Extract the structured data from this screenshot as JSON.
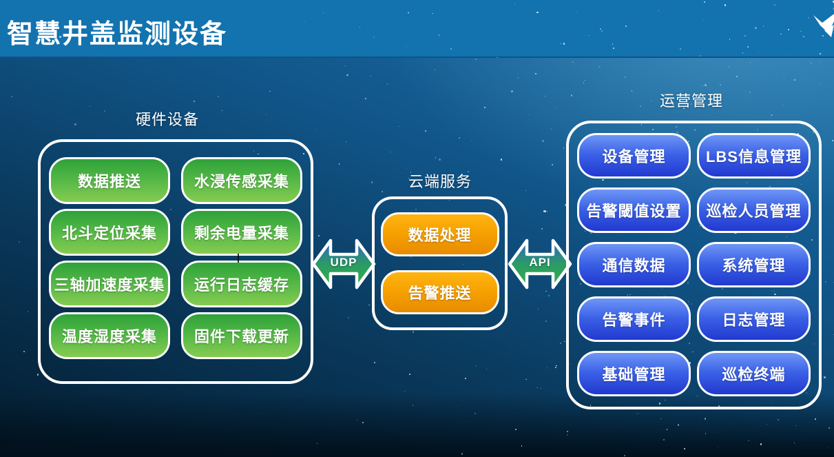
{
  "header": {
    "title": "智慧井盖监测设备",
    "logo_icon": "brand-checkmark-logo"
  },
  "groups": {
    "hardware": {
      "label": "硬件设备",
      "items": [
        "数据推送",
        "水浸传感采集",
        "北斗定位采集",
        "剩余电量采集",
        "三轴加速度采集",
        "运行日志缓存",
        "温度湿度采集",
        "固件下载更新"
      ]
    },
    "cloud": {
      "label": "云端服务",
      "items": [
        "数据处理",
        "告警推送"
      ]
    },
    "operations": {
      "label": "运营管理",
      "items": [
        "设备管理",
        "LBS信息管理",
        "告警閾值设置",
        "巡检人员管理",
        "通信数据",
        "系统管理",
        "告警事件",
        "日志管理",
        "基础管理",
        "巡检终端"
      ]
    }
  },
  "connectors": [
    {
      "label": "UDP"
    },
    {
      "label": "API"
    }
  ],
  "colors": {
    "header_bar": "#1273af",
    "node_green_top": "#2fa139",
    "node_green_bottom": "#86cb51",
    "node_orange_top": "#ffb511",
    "node_orange_bottom": "#e88b00",
    "node_blue_top": "#6e96f6",
    "node_blue_bottom": "#2139cf",
    "arrow_blue": "#2d64ca",
    "arrow_green": "#33b243",
    "border_white": "#ffffff"
  }
}
